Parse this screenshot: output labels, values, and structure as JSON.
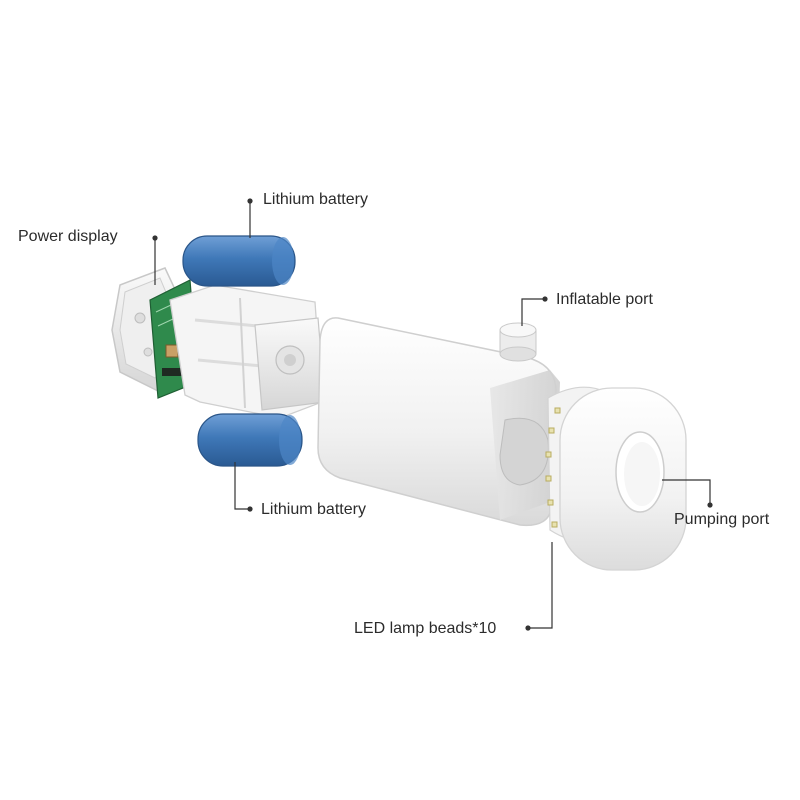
{
  "labels": {
    "lithium_battery_top": "Lithium battery",
    "power_display": "Power display",
    "inflatable_port": "Inflatable port",
    "lithium_battery_bottom": "Lithium battery",
    "pumping_port": "Pumping port",
    "led_lamp_beads": "LED lamp beads*10"
  },
  "colors": {
    "battery": "#3f78b8",
    "pcb": "#2f8a4c",
    "housing": "#f4f4f4",
    "leader": "#333333"
  }
}
